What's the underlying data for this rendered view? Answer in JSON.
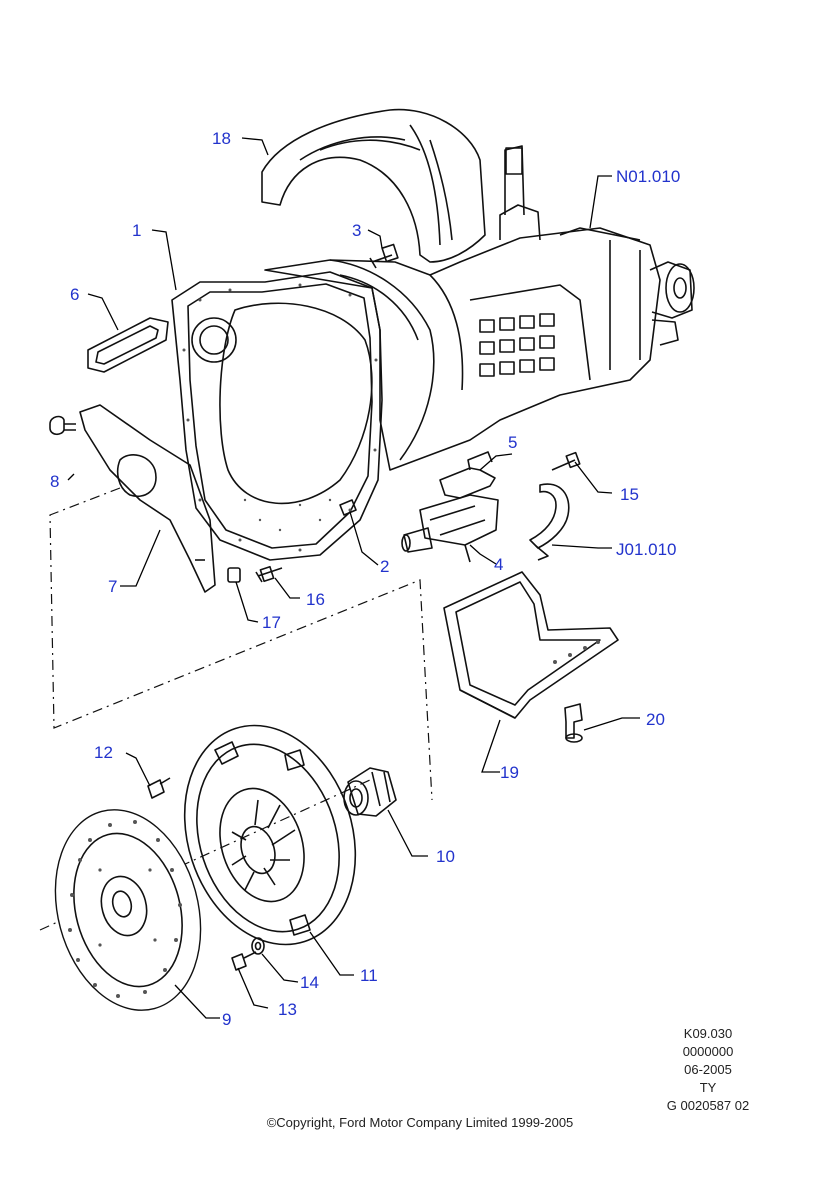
{
  "callouts": {
    "c1": "1",
    "c2": "2",
    "c3": "3",
    "c4": "4",
    "c5": "5",
    "c6": "6",
    "c7": "7",
    "c8": "8",
    "c9": "9",
    "c10": "10",
    "c11": "11",
    "c12": "12",
    "c13": "13",
    "c14": "14",
    "c15": "15",
    "c16": "16",
    "c17": "17",
    "c18": "18",
    "c19": "19",
    "c20": "20",
    "n01": "N01.010",
    "j01": "J01.010"
  },
  "reference": {
    "code": "K09.030",
    "number": "0000000",
    "date": "06-2005",
    "tag": "TY",
    "id": "G 0020587 02"
  },
  "copyright": "©Copyright, Ford Motor Company Limited 1999-2005",
  "colors": {
    "callout": "#2233cc",
    "line": "#111111",
    "background": "#ffffff"
  }
}
